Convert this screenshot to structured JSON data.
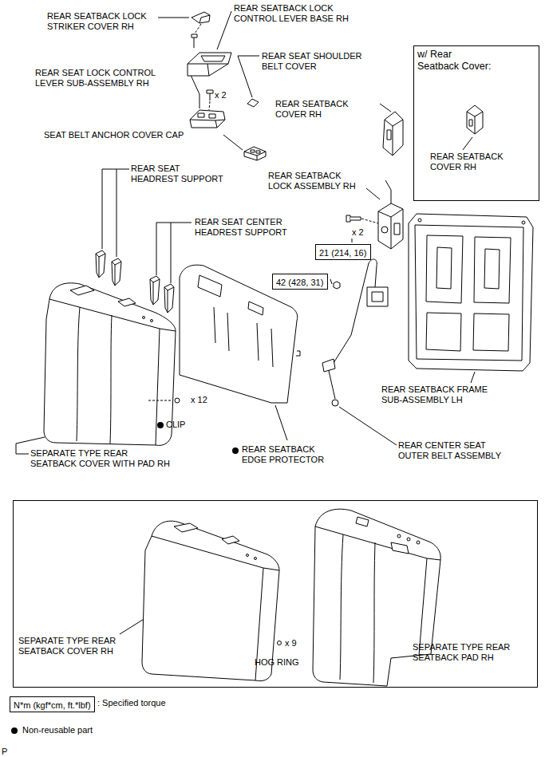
{
  "diagram": {
    "nodes": [
      {
        "text": [
          "w/ Rear Seatback Cover:",
          "REAR SEATBACK COVER RH"
        ]
      },
      {
        "text": [
          "21 (214, 16)"
        ]
      },
      {
        "text": [
          "42 (428, 31)"
        ]
      },
      {
        "text": [
          "SEPARATE TYPE REAR SEATBACK COVER RH",
          "x 9",
          "HOG RING",
          "SEPARATE TYPE REAR SEATBACK PAD RH"
        ]
      },
      {
        "text": [
          "N*m (kgf*cm, ft.*lbf)"
        ]
      }
    ],
    "labels": [
      "REAR SEATBACK LOCK STRIKER COVER RH",
      "REAR SEATBACK LOCK CONTROL LEVER BASE RH",
      "REAR SEAT SHOULDER BELT COVER",
      "REAR SEAT LOCK CONTROL LEVER SUB-ASSEMBLY RH",
      "x 2",
      "REAR SEATBACK COVER RH",
      "SEAT BELT ANCHOR COVER CAP",
      "REAR SEAT HEADREST SUPPORT",
      "REAR SEATBACK LOCK ASSEMBLY RH",
      "REAR SEAT CENTER HEADREST SUPPORT",
      "x 2",
      "x 12",
      "CLIP",
      "REAR SEATBACK EDGE PROTECTOR",
      "REAR SEATBACK FRAME SUB-ASSEMBLY LH",
      "REAR CENTER SEAT OUTER BELT ASSEMBLY",
      "SEPARATE TYPE REAR SEATBACK COVER WITH PAD RH",
      "P"
    ],
    "legend": [
      {
        "text": ": Specified torque"
      },
      {
        "text": "Non-reusable part"
      }
    ]
  }
}
